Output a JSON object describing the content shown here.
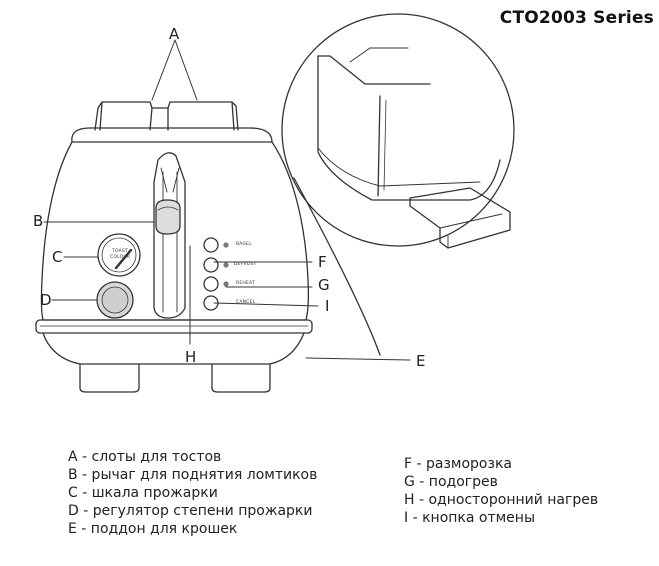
{
  "title": "CTO2003 Series",
  "callouts": {
    "A": "A",
    "B": "B",
    "C": "C",
    "D": "D",
    "E": "E",
    "F": "F",
    "G": "G",
    "H": "H",
    "I": "I"
  },
  "panel_labels": {
    "bagel": "BAGEL",
    "defrost": "DEFROST",
    "reheat": "REHEAT",
    "cancel": "CANCEL"
  },
  "dial_label": {
    "line1": "TOAST",
    "line2": "COLOUR"
  },
  "legend_left": [
    "A - слоты для тостов",
    "B - рычаг для поднятия ломтиков",
    "C - шкала прожарки",
    "D - регулятор степени прожарки",
    "E - поддон для крошек"
  ],
  "legend_right": [
    "F - разморозка",
    "G - подогрев",
    "H - односторонний нагрев",
    "I - кнопка отмены"
  ]
}
